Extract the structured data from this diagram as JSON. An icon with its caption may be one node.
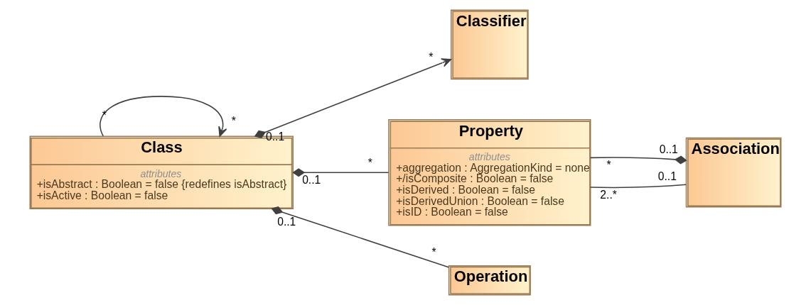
{
  "diagram": {
    "nodes": [
      {
        "text": [
          "Class",
          "attributes",
          "+isAbstract : Boolean = false {redefines isAbstract}",
          "+isActive : Boolean = false"
        ]
      },
      {
        "text": [
          "Classifier"
        ]
      },
      {
        "text": [
          "Property",
          "attributes",
          "+aggregation : AggregationKind = none",
          "+/isComposite : Boolean = false",
          "+isDerived : Boolean = false",
          "+isDerivedUnion : Boolean = false",
          "+isID : Boolean = false"
        ]
      },
      {
        "text": [
          "Association"
        ]
      },
      {
        "text": [
          "Operation"
        ]
      }
    ],
    "edges": [
      {
        "from": 0,
        "to": 0,
        "arrow": "to"
      },
      {
        "from": 0,
        "to": 1,
        "arrow": "to"
      },
      {
        "from": 0,
        "to": 2,
        "arrow": "other"
      },
      {
        "from": 3,
        "to": 2,
        "arrow": "other"
      },
      {
        "from": 2,
        "to": 3,
        "arrow": "none"
      },
      {
        "from": 0,
        "to": 4,
        "arrow": "other"
      }
    ],
    "labels": [
      "*",
      "*",
      "0..1",
      "*",
      "*",
      "0..1",
      "0..1",
      "*",
      "2..*",
      "0..1",
      "*",
      "0..1"
    ]
  }
}
